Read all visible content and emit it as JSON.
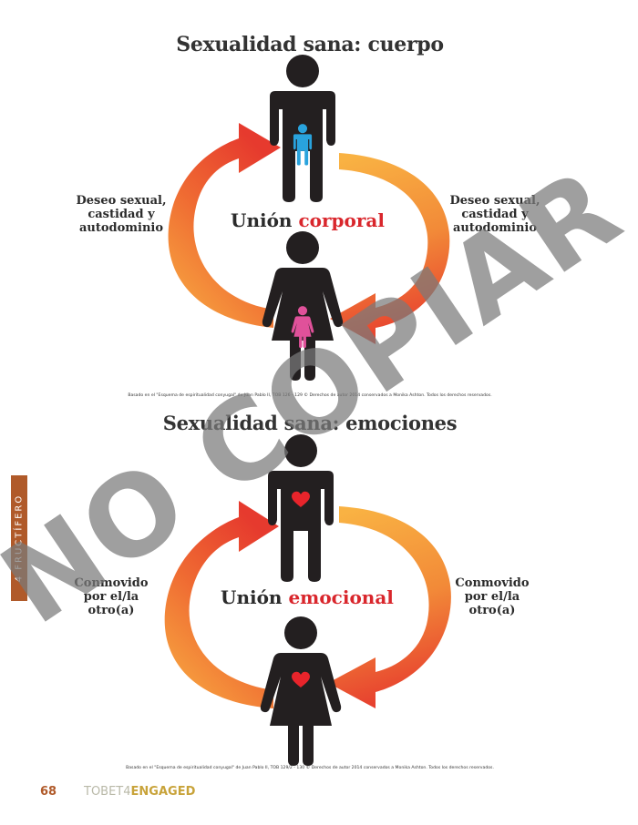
{
  "diagram1": {
    "title": "Sexualidad sana: cuerpo",
    "left_label": [
      "Deseo sexual,",
      "castidad y",
      "autodominio"
    ],
    "right_label": [
      "Deseo sexual,",
      "castidad y",
      "autodominio"
    ],
    "union_word": "Unión",
    "union_accent": "corporal",
    "credit": "Basado en el \"Esquema de espiritualidad conyugal\" de Juan Pablo II, TOB 126 - 129 © Derechos de autor 2014 conservados a Monika Ashton. Todos los derechos reservados."
  },
  "diagram2": {
    "title": "Sexualidad sana: emociones",
    "left_label": [
      "Conmovido",
      "por el/la",
      "otro(a)"
    ],
    "right_label": [
      "Conmovido",
      "por el/la",
      "otro(a)"
    ],
    "union_word": "Unión",
    "union_accent": "emocional",
    "credit": "Basado en el \"Esquema de espiritualidad conyugal\" de Juan Pablo II, TOB 129/2 - 130 © Derechos de autor 2014 conservados a Monika Ashton. Todos los derechos reservados."
  },
  "side_tab": "4  FRUCTÍFERO",
  "footer": {
    "page_number": "68",
    "brand_prefix": "TOBET4",
    "brand_suffix": "ENGAGED"
  },
  "watermark": "NO COPIAR",
  "colors": {
    "figure": "#231f20",
    "male_inner": "#29a3dd",
    "female_inner": "#e0519a",
    "heart": "#e8242b",
    "arrow_red": "#e63a2e",
    "arrow_orange": "#f7a43c",
    "accent_text": "#d9262c",
    "tab": "#b05a2a"
  }
}
